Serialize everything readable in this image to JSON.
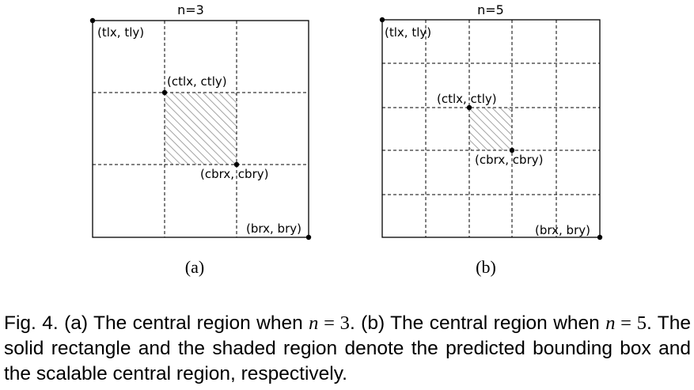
{
  "panels": [
    {
      "id": "a",
      "title": "n=3",
      "grid_n": 3,
      "sublabel": "(a)",
      "labels": {
        "tl": "(tlx, tly)",
        "ctl": "(ctlx, ctly)",
        "cbr": "(cbrx, cbry)",
        "br": "(brx, bry)"
      }
    },
    {
      "id": "b",
      "title": "n=5",
      "grid_n": 5,
      "sublabel": "(b)",
      "labels": {
        "tl": "(tlx, tly)",
        "ctl": "(ctlx, ctly)",
        "cbr": "(cbrx, cbry)",
        "br": "(brx, bry)"
      }
    }
  ],
  "caption": {
    "p1": "Fig. 4. (a) The central region when ",
    "var1": "n",
    "eq1": " = 3",
    "p2": ". (b) The central region when ",
    "var2": "n",
    "eq2": " = 5",
    "p3": ". The solid rectangle and the shaded region denote the predicted bounding box and the scalable central region, respectively."
  },
  "colors": {
    "stroke": "#000000",
    "hatch": "#999999"
  }
}
